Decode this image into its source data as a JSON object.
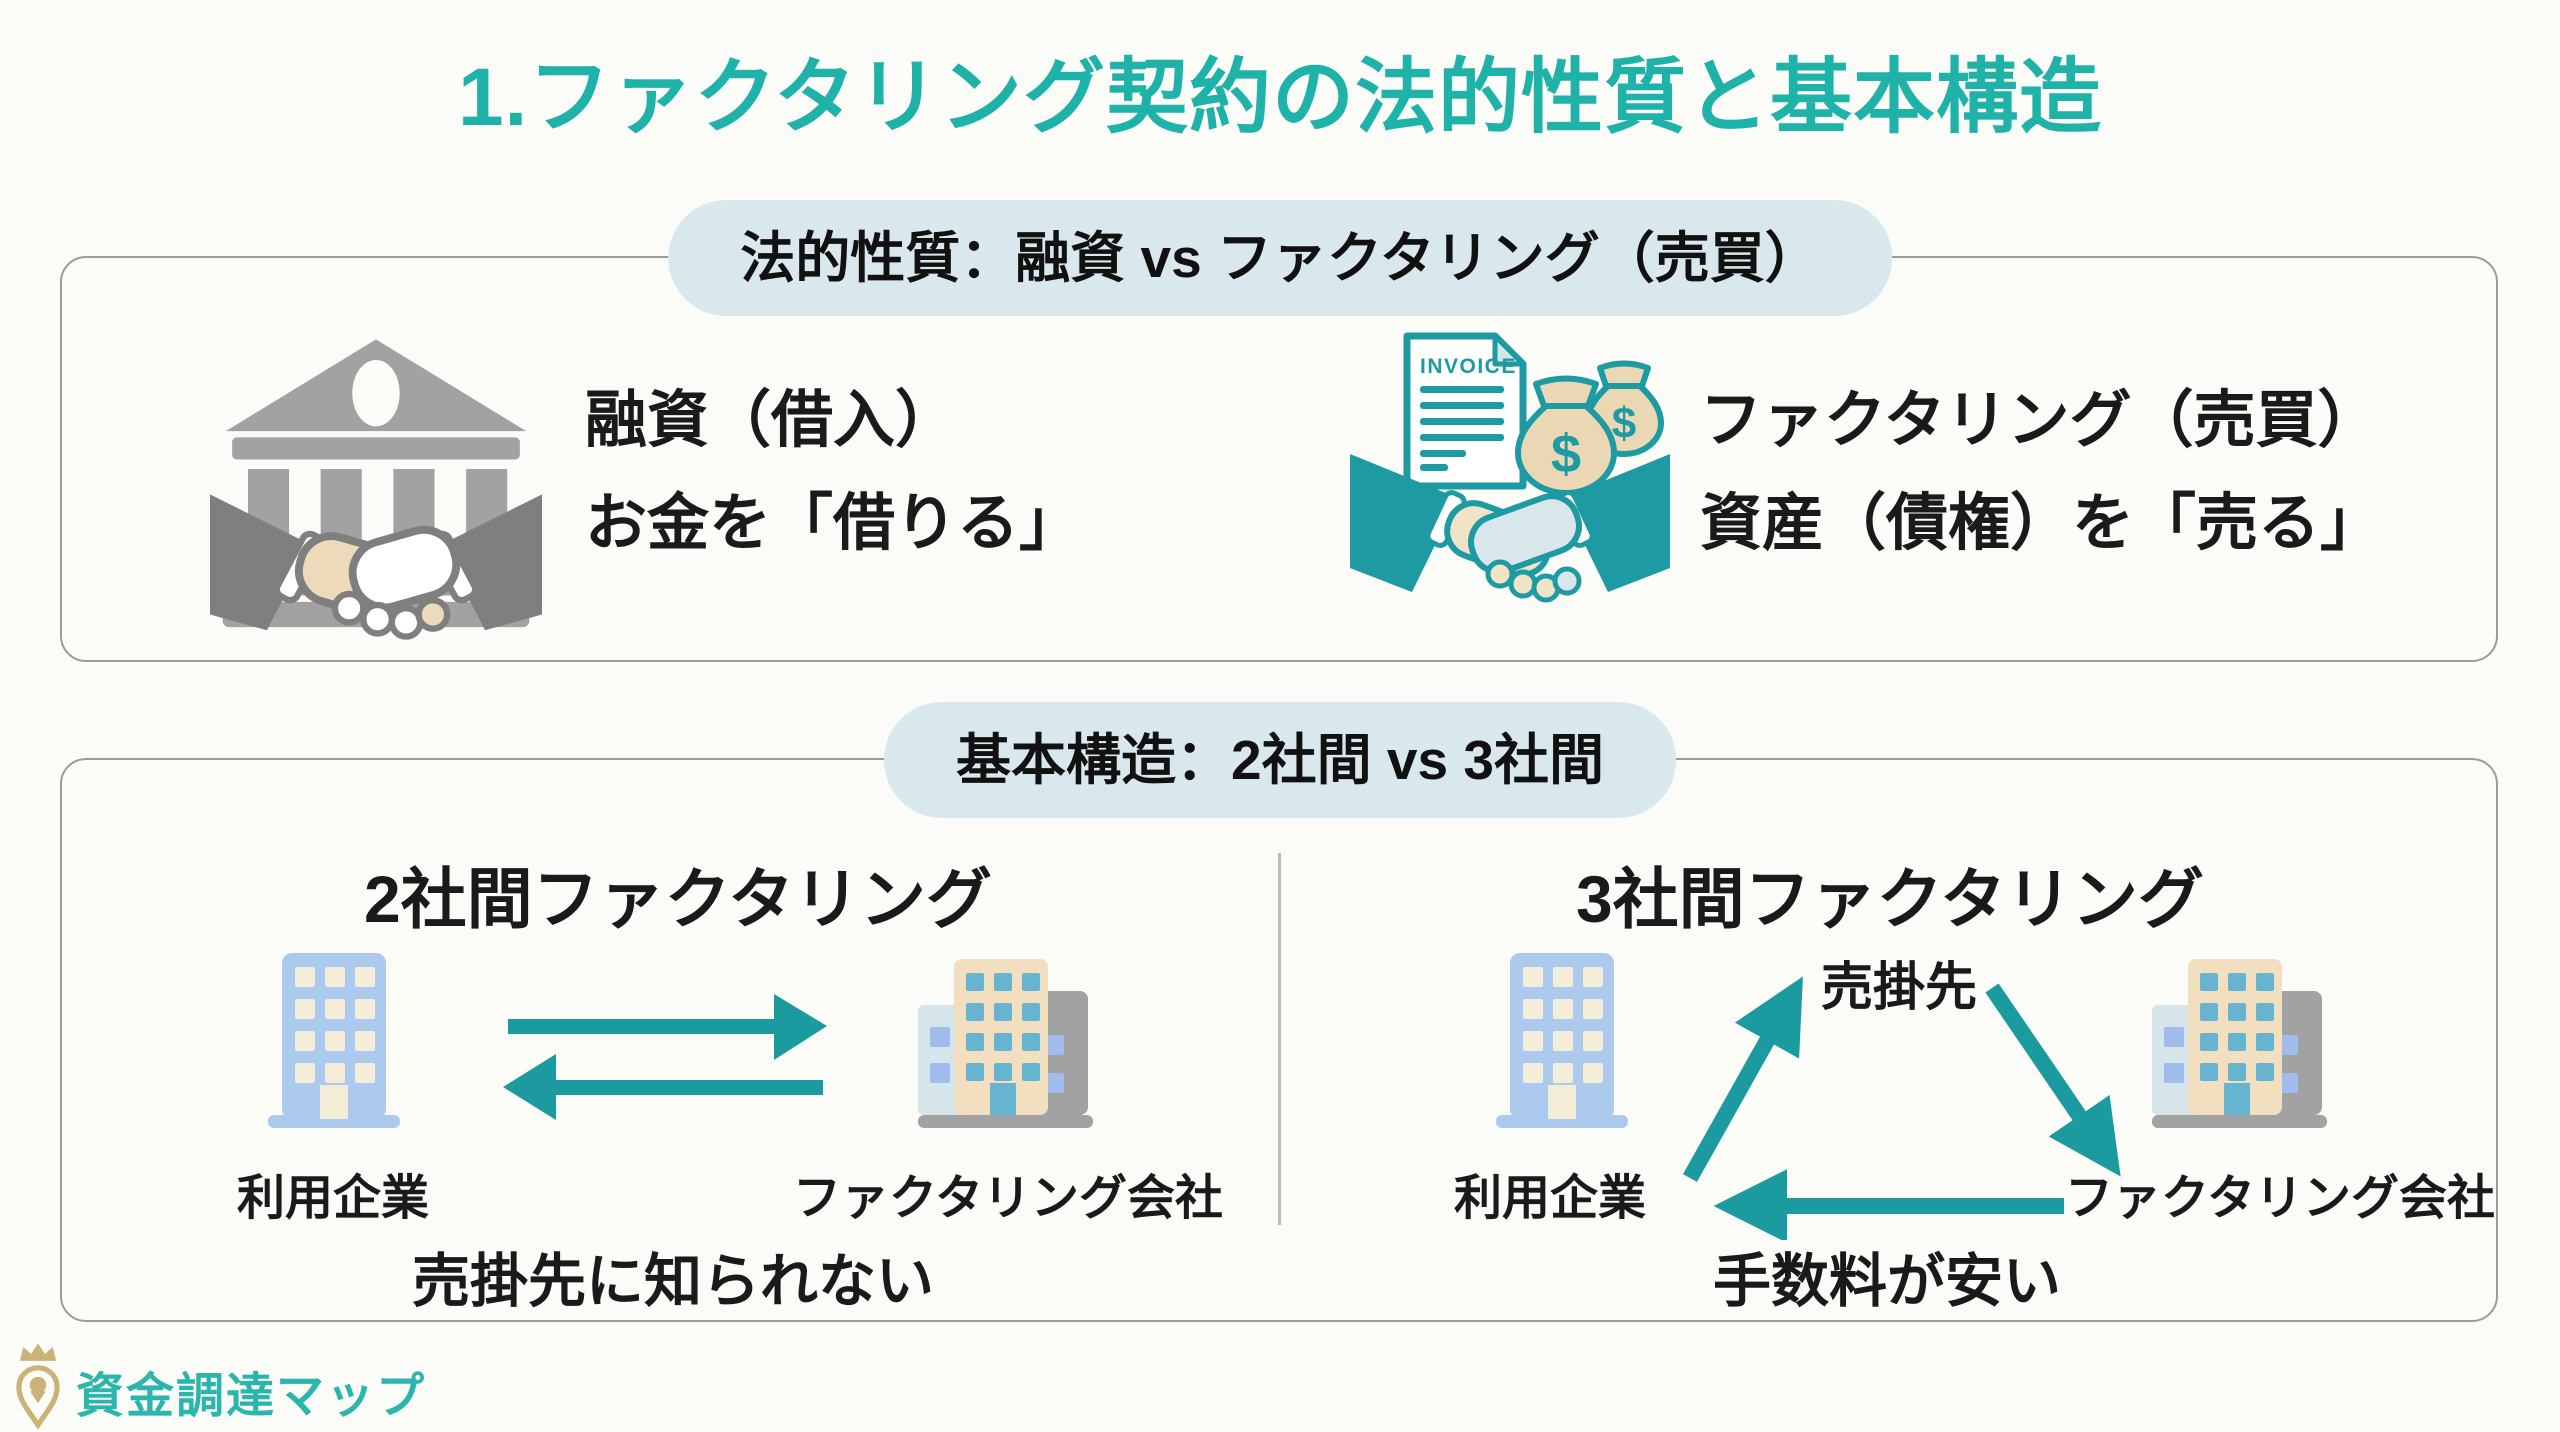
{
  "title": "1.ファクタリング契約の法的性質と基本構造",
  "colors": {
    "accent_teal": "#1fb2a8",
    "arrow_teal": "#1b9aa0",
    "pill_bg": "#d9e8ec",
    "icon_gray": "#a2a2a2",
    "building_blue": "#abcaee",
    "building_beige": "#f2dfc0",
    "logo_gold": "#cab377",
    "logo_text_teal": "#2cb5ac",
    "text_black": "#1a1a1a"
  },
  "section1": {
    "header": "法的性質：融資 vs ファクタリング（売買）",
    "left": {
      "icon": "bank-handshake-icon",
      "line1": "融資（借入）",
      "line2": "お金を「借りる」"
    },
    "right": {
      "icon": "invoice-handshake-icon",
      "invoice_label": "INVOICE",
      "dollar": "$",
      "line1": "ファクタリング（売買）",
      "line2": "資産（債権）を「売る」"
    }
  },
  "section2": {
    "header": "基本構造：2社間 vs 3社間",
    "left": {
      "heading": "2社間ファクタリング",
      "company_label": "利用企業",
      "factor_label": "ファクタリング会社",
      "note": "売掛先に知られない"
    },
    "right": {
      "heading": "3社間ファクタリング",
      "company_label": "利用企業",
      "debtor_label": "売掛先",
      "factor_label": "ファクタリング会社",
      "note": "手数料が安い"
    }
  },
  "footer": {
    "logo_text": "資金調達マップ"
  }
}
